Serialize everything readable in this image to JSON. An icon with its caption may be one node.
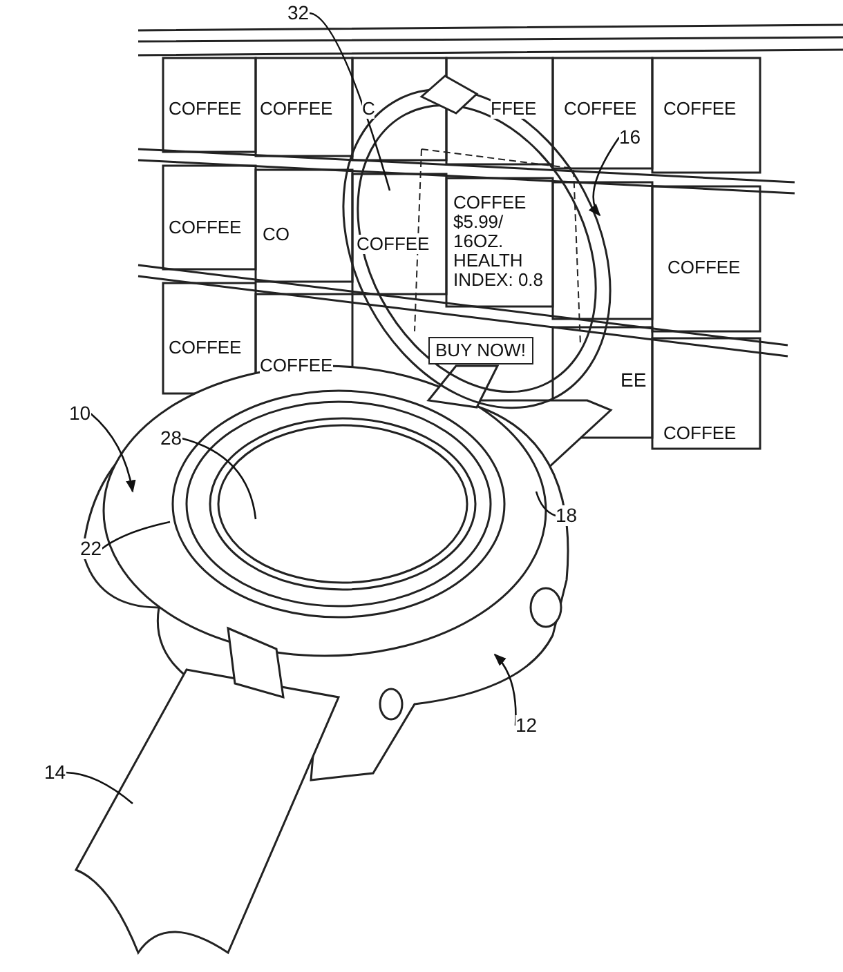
{
  "diagram": {
    "nodes": [
      {
        "text": [
          "32"
        ]
      },
      {
        "text": [
          "16"
        ]
      },
      {
        "text": [
          "10"
        ]
      },
      {
        "text": [
          "28"
        ]
      },
      {
        "text": [
          "22"
        ]
      },
      {
        "text": [
          "18"
        ]
      },
      {
        "text": [
          "12"
        ]
      },
      {
        "text": [
          "14"
        ]
      }
    ],
    "edges": [
      {
        "from": 0,
        "to": null,
        "arrow": "none"
      },
      {
        "from": 1,
        "to": null,
        "arrow": "to"
      },
      {
        "from": 2,
        "to": null,
        "arrow": "to"
      },
      {
        "from": 3,
        "to": null,
        "arrow": "none"
      },
      {
        "from": 4,
        "to": null,
        "arrow": "none"
      },
      {
        "from": 5,
        "to": null,
        "arrow": "none"
      },
      {
        "from": 6,
        "to": null,
        "arrow": "to"
      },
      {
        "from": 7,
        "to": null,
        "arrow": "none"
      }
    ],
    "labels": [
      "COFFEE",
      "COFFEE",
      "C",
      "FFEE",
      "COFFEE",
      "COFFEE",
      "COFFEE",
      "CO",
      "COFFEE",
      "COFFEE $5.99/ 16OZ. HEALTH INDEX: 0.8",
      "COFFEE",
      "COFFEE",
      "COFFEE",
      "BUY NOW!",
      "EE",
      "COFFEE"
    ]
  }
}
